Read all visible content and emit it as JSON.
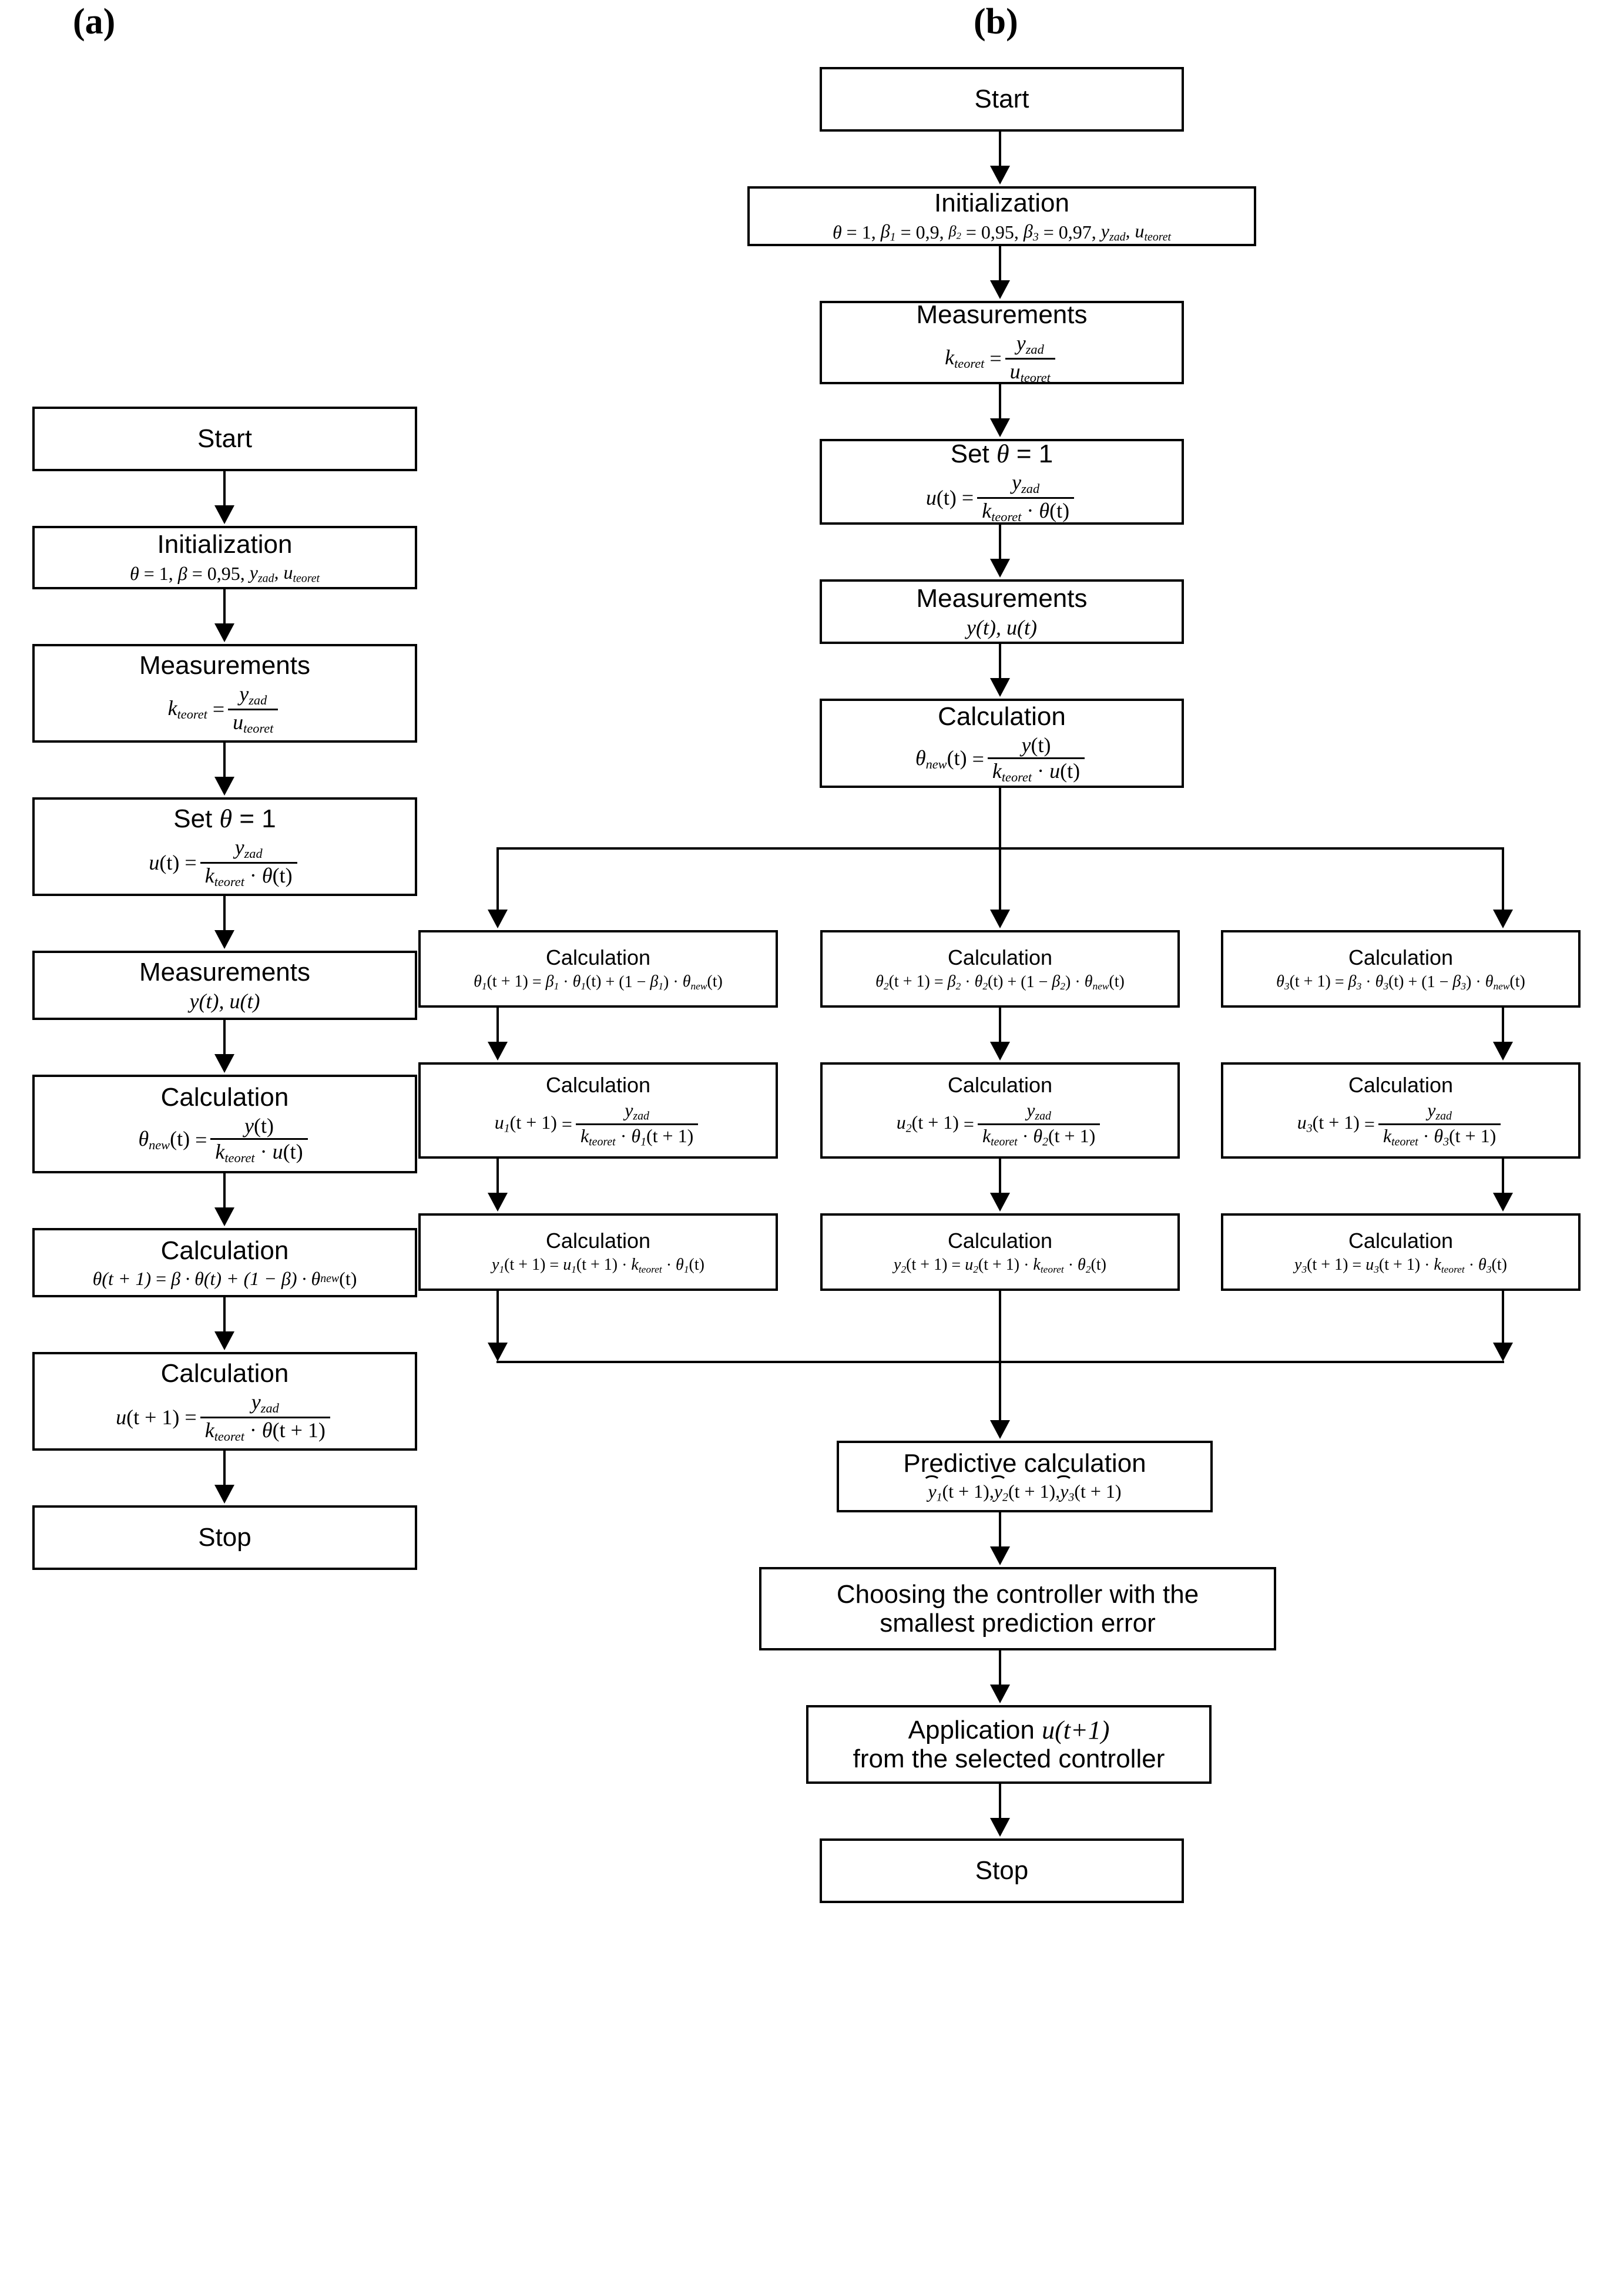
{
  "figure": {
    "panel_a_caption": "(a)",
    "panel_b_caption": "(b)"
  },
  "panel_a": {
    "caption": "(a)",
    "nodes": [
      {
        "id": "a-start",
        "title": "Start"
      },
      {
        "id": "a-init",
        "title": "Initialization",
        "formula_text": "θ = 1, β = 0,95, y_zad, u_teoret"
      },
      {
        "id": "a-meas1",
        "title": "Measurements",
        "formula_text": "k_teoret = y_zad / u_teoret"
      },
      {
        "id": "a-set",
        "title": "Set θ = 1",
        "formula_text": "u(t) = y_zad / (k_teoret · θ(t))"
      },
      {
        "id": "a-meas2",
        "title": "Measurements",
        "formula_text": "y(t), u(t)"
      },
      {
        "id": "a-calc1",
        "title": "Calculation",
        "formula_text": "θ_new(t) = y(t) / (k_teoret · u(t))"
      },
      {
        "id": "a-calc2",
        "title": "Calculation",
        "formula_text": "θ(t + 1) = β · θ(t) + (1 − β) · θ_new(t)"
      },
      {
        "id": "a-calc3",
        "title": "Calculation",
        "formula_text": "u(t + 1) = y_zad / (k_teoret · θ(t + 1))"
      },
      {
        "id": "a-stop",
        "title": "Stop"
      }
    ],
    "labels": {
      "start": "Start",
      "initialization": "Initialization",
      "measurements": "Measurements",
      "set_theta": "Set",
      "calculation": "Calculation",
      "stop": "Stop"
    },
    "init": {
      "theta": "θ",
      "eq": "=",
      "theta_value": "1,",
      "beta": "β",
      "beta_value": "0,95,",
      "y_sym": "y",
      "y_sub": "zad",
      "y_tail": ",",
      "u_sym": "u",
      "u_sub": "teoret"
    },
    "meas2_values": "y(t), u(t)",
    "calc2_formula": {
      "lhs": "θ(t + 1)",
      "eq": "=",
      "rhs": "β · θ(t) + (1 − β) · θ",
      "rhs_sub": "new",
      "rhs_tail": "(t)"
    }
  },
  "panel_b": {
    "caption": "(b)",
    "nodes": [
      {
        "id": "b-start",
        "title": "Start"
      },
      {
        "id": "b-init",
        "title": "Initialization",
        "formula_text": "θ = 1, β1 = 0,9, β2 = 0,95, β3 = 0,97, y_zad, u_teoret"
      },
      {
        "id": "b-meas1",
        "title": "Measurements",
        "formula_text": "k_teoret = y_zad / u_teoret"
      },
      {
        "id": "b-set",
        "title": "Set θ = 1",
        "formula_text": "u(t) = y_zad / (k_teoret · θ(t))"
      },
      {
        "id": "b-meas2",
        "title": "Measurements",
        "formula_text": "y(t), u(t)"
      },
      {
        "id": "b-calc",
        "title": "Calculation",
        "formula_text": "θ_new(t) = y(t) / (k_teoret · u(t))"
      },
      {
        "id": "b-pred",
        "title": "Predictive calculation",
        "formula_text": "ŷ1(t + 1), ŷ2(t + 1), ŷ3(t + 1)"
      },
      {
        "id": "b-choose",
        "title": "Choosing the controller with the smallest prediction error"
      },
      {
        "id": "b-apply",
        "title": "Application u(t+1) from the selected controller"
      },
      {
        "id": "b-stop",
        "title": "Stop"
      }
    ],
    "labels": {
      "start": "Start",
      "initialization": "Initialization",
      "measurements": "Measurements",
      "set_theta": "Set",
      "calculation": "Calculation",
      "predictive_calculation": "Predictive calculation",
      "choosing_line1": "Choosing the controller with the",
      "choosing_line2": "smallest prediction error",
      "application_line1_prefix": "Application",
      "application_line1_math": "u(t+1)",
      "application_line2": "from the selected controller",
      "stop": "Stop"
    },
    "init": {
      "theta": "θ",
      "eq": "=",
      "theta_value": "1,",
      "b1_sym": "β",
      "b1_sub": "1",
      "b1_val": "0,9,",
      "b2_sym": "β",
      "b2_sub": "2",
      "b2_val": "0,95,",
      "b3_sym": "β",
      "b3_sub": "3",
      "b3_val": "0,97,",
      "y_sym": "y",
      "y_sub": "zad",
      "y_tail": ",",
      "u_sym": "u",
      "u_sub": "teoret"
    },
    "meas2_values": "y(t), u(t)",
    "branches": [
      {
        "index": "1",
        "theta_title": "Calculation",
        "theta_formula": "θ1(t + 1) = β1 · θ1(t) + (1 − β1) · θ_new(t)",
        "u_title": "Calculation",
        "u_formula": "u1(t + 1) = y_zad / (k_teoret · θ1(t + 1))",
        "y_title": "Calculation",
        "y_formula": "y1(t + 1) = u1(t + 1) · k_teoret · θ1(t)"
      },
      {
        "index": "2",
        "theta_title": "Calculation",
        "theta_formula": "θ2(t + 1) = β2 · θ2(t) + (1 − β2) · θ_new(t)",
        "u_title": "Calculation",
        "u_formula": "u2(t + 1) = y_zad / (k_teoret · θ2(t + 1))",
        "y_title": "Calculation",
        "y_formula": "y2(t + 1) = u2(t + 1) · k_teoret · θ2(t)"
      },
      {
        "index": "3",
        "theta_title": "Calculation",
        "theta_formula": "θ3(t + 1) = β3 · θ3(t) + (1 − β3) · θ_new(t)",
        "u_title": "Calculation",
        "u_formula": "u3(t + 1) = y_zad / (k_teoret · θ3(t + 1))",
        "y_title": "Calculation",
        "y_formula": "y3(t + 1) = u3(t + 1) · k_teoret · θ3(t)"
      }
    ]
  },
  "symbols": {
    "theta": "θ",
    "theta_new_sub": "new",
    "beta": "β",
    "k": "k",
    "k_sub": "teoret",
    "y": "y",
    "y_sub_zad": "zad",
    "u": "u",
    "u_sub_teoret": "teoret",
    "t": "(t)",
    "t_plus_1": "(t + 1)",
    "equals": "=",
    "dot": "·",
    "minus": "−",
    "plus": "+",
    "one": "1"
  },
  "colors": {
    "stroke": "#000000",
    "background": "#ffffff",
    "text": "#000000"
  }
}
